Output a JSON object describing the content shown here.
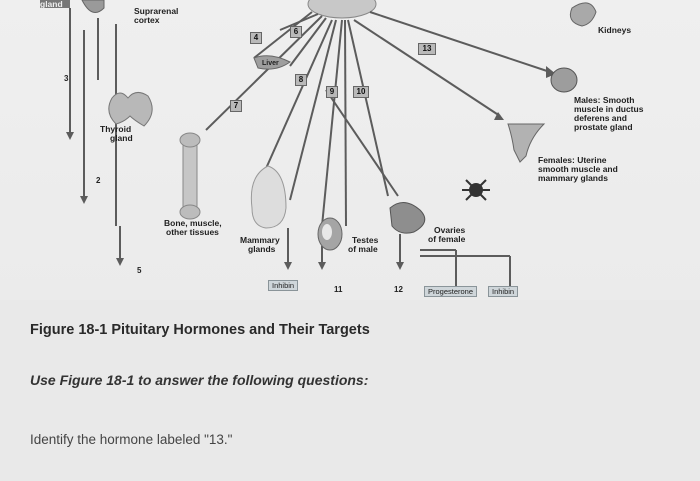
{
  "figure": {
    "labels": {
      "gland": "gland",
      "suprarenal": "Suprarenal",
      "cortex": "cortex",
      "kidneys": "Kidneys",
      "liver": "Liver",
      "thyroid": "Thyroid",
      "thyroid2": "gland",
      "bone": "Bone, muscle,",
      "bone2": "other tissues",
      "mammary": "Mammary",
      "mammary2": "glands",
      "testes": "Testes",
      "testes2": "of male",
      "ovaries": "Ovaries",
      "ovaries2": "of female",
      "males1": "Males: Smooth",
      "males2": "muscle in ductus",
      "males3": "deferens and",
      "males4": "prostate gland",
      "females1": "Females: Uterine",
      "females2": "smooth muscle and",
      "females3": "mammary glands"
    },
    "numbers": {
      "n2": "2",
      "n3": "3",
      "n4": "4",
      "n5": "5",
      "n6": "6",
      "n7": "7",
      "n8": "8",
      "n9": "9",
      "n10": "10",
      "n11": "11",
      "n12": "12",
      "n13": "13"
    },
    "boxes": {
      "inhibin1": "Inhibin",
      "progesterone": "Progesterone",
      "inhibin2": "Inhibin"
    }
  },
  "caption": "Figure 18-1 Pituitary Hormones and Their Targets",
  "instruction": "Use Figure 18-1 to answer the following questions:",
  "question": "Identify the hormone labeled \"13.\""
}
